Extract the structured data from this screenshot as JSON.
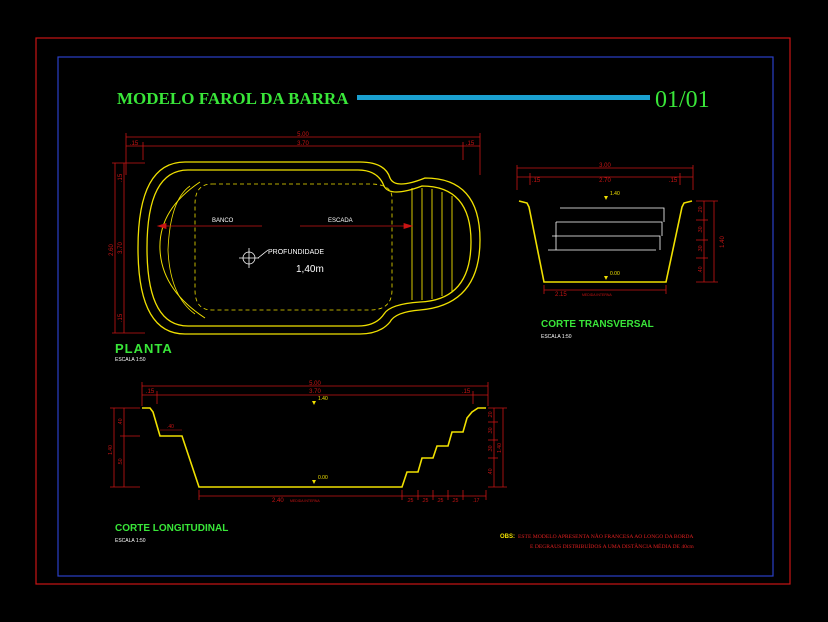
{
  "title": "MODELO FAROL DA BARRA",
  "sheet": "01/01",
  "planta": {
    "label": "PLANTA",
    "scale": "ESCALA 1:50",
    "banco": "BANCO",
    "escada": "ESCADA",
    "profundidade": "PROFUNDIDADE",
    "depth": "1,40m",
    "dim_total": "5.00",
    "dim_parts": [
      ".15",
      "3.70",
      ".15"
    ],
    "dim_left": [
      "2.60",
      "3.70",
      ".15",
      ".15"
    ]
  },
  "corte_transversal": {
    "label": "CORTE TRANSVERSAL",
    "scale": "ESCALA 1:50",
    "dim_total": "3.00",
    "dim_parts": [
      ".15",
      "2.70",
      ".15"
    ],
    "level_top": "1.40",
    "level_bottom": "0.00",
    "bottom": "2.15",
    "bottom_note": "MEDIDA INTERNA",
    "dim_right": [
      ".20",
      ".30",
      ".30",
      ".40",
      "1.40"
    ]
  },
  "corte_longitudinal": {
    "label": "CORTE LONGITUDINAL",
    "scale": "ESCALA 1:50",
    "dim_total": "5.00",
    "dim_parts": [
      ".15",
      "3.70",
      ".15"
    ],
    "level_top": "1.40",
    "level_bottom": "0.00",
    "step_label": ".40",
    "left_dims": [
      ".40",
      "1.40",
      ".50"
    ],
    "bottom": "2.40",
    "bottom_note": "MEDIDA INTERNA",
    "step_dims": [
      ".25",
      ".25",
      ".25",
      ".25",
      ".17"
    ],
    "dim_right": [
      ".20",
      ".30",
      ".30",
      ".40",
      "1.40"
    ]
  },
  "obs": {
    "label": "OBS:",
    "line1": "ESTE MODELO APRESENTA NÃO FRANCESA AO LONGO DA BORDA",
    "line2": "E DEGRAUS DISTRIBUÍDOS A UMA DISTÂNCIA MÉDIA DE 40cm"
  },
  "colors": {
    "frame_outer": "#c81414",
    "frame_inner": "#2a40c8",
    "title": "#39e639",
    "bar": "#1aa0d0",
    "sheet": "#39e639",
    "pool": "#f0e000",
    "label": "#39e639",
    "dims": "#c81414",
    "obs": "#e02020"
  }
}
